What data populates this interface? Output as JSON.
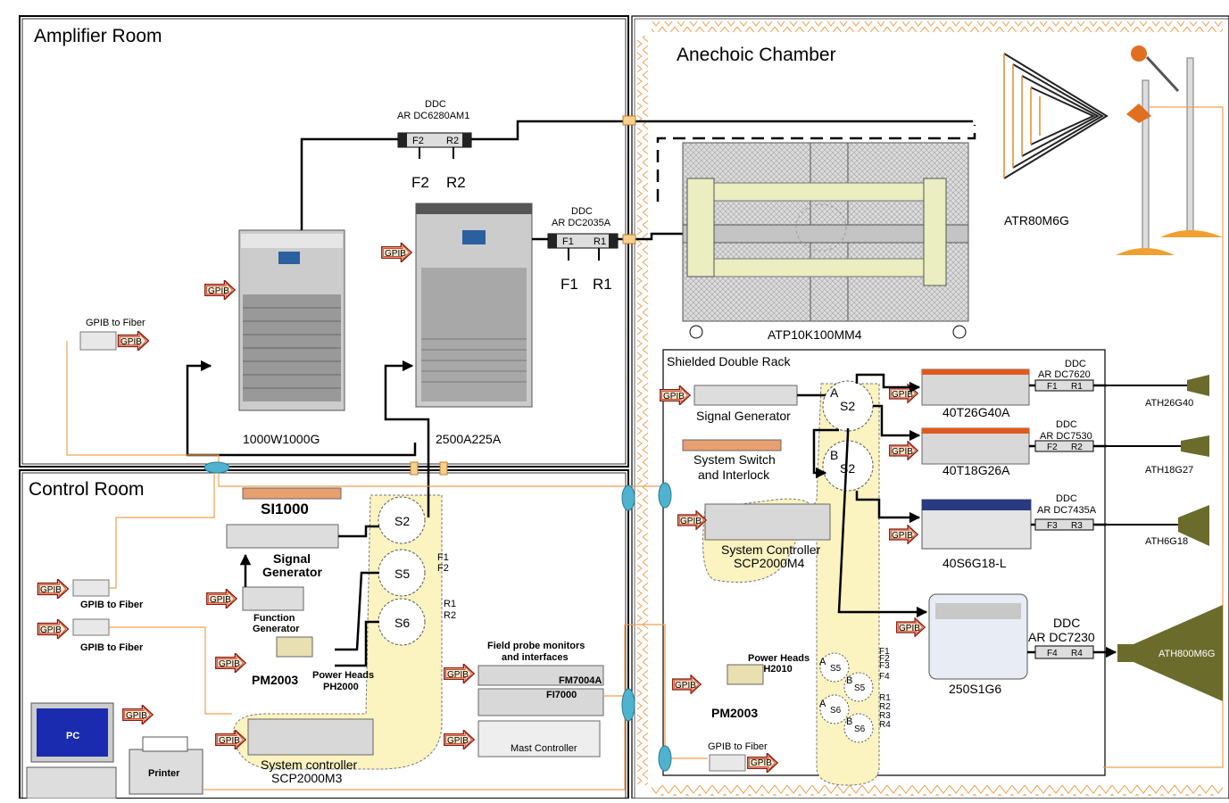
{
  "rooms": {
    "amplifier": "Amplifier Room",
    "anechoic": "Anechoic Chamber",
    "control": "Control Room",
    "rack": "Shielded Double Rack"
  },
  "labels": {
    "gpib": "GPIB",
    "gpib_to_fiber": "GPIB to Fiber",
    "ddc": "DDC",
    "ddc1_model": "AR DC6280AM1",
    "ddc2_model": "AR DC2035A",
    "ddc3_model": "AR DC7620",
    "ddc4_model": "AR DC7530",
    "ddc5_model": "AR DC7435A",
    "ddc6_model": "AR DC7230",
    "f1": "F1",
    "r1": "R1",
    "f2": "F2",
    "r2": "R2",
    "f3": "F3",
    "r3": "R3",
    "f4": "F4",
    "r4": "R4",
    "amp1": "1000W1000G",
    "amp2": "2500A225A",
    "amp3": "40T26G40A",
    "amp4": "40T18G26A",
    "amp5": "40S6G18-L",
    "amp6": "250S1G6",
    "atr": "ATR80M6G",
    "atp": "ATP10K100MM4",
    "ath1": "ATH26G40",
    "ath2": "ATH18G27",
    "ath3": "ATH6G18",
    "ath4": "ATH800M6G",
    "si1000": "SI1000",
    "signal": "Signal",
    "generator": "Generator",
    "signal_generator": "Signal Generator",
    "function": "Function",
    "func_generator": "Generator",
    "pm2003": "PM2003",
    "power_heads": "Power Heads",
    "ph2000": "PH2000",
    "ph2010": "PH2010",
    "sys_ctrl_m3_l1": "System controller",
    "sys_ctrl_m3_l2": "SCP2000M3",
    "sys_ctrl_m4_l1": "System Controller",
    "sys_ctrl_m4_l2": "SCP2000M4",
    "sys_switch_l1": "System Switch",
    "sys_switch_l2": "and Interlock",
    "field_probe_l1": "Field probe monitors",
    "field_probe_l2": "and interfaces",
    "fm7004a": "FM7004A",
    "fi7000": "FI7000",
    "mast_controller": "Mast Controller",
    "pc": "PC",
    "printer": "Printer",
    "s2": "S2",
    "s5": "S5",
    "s6": "S6",
    "a": "A",
    "b": "B"
  },
  "colors": {
    "gpib_arrow": "#c0281c",
    "fiber": "#f0a050",
    "chamber_wall": "#f0a050",
    "switch_fill": "#fbf3c0",
    "antenna": "#6b6b2c",
    "coupler": "#4fb3d0"
  }
}
